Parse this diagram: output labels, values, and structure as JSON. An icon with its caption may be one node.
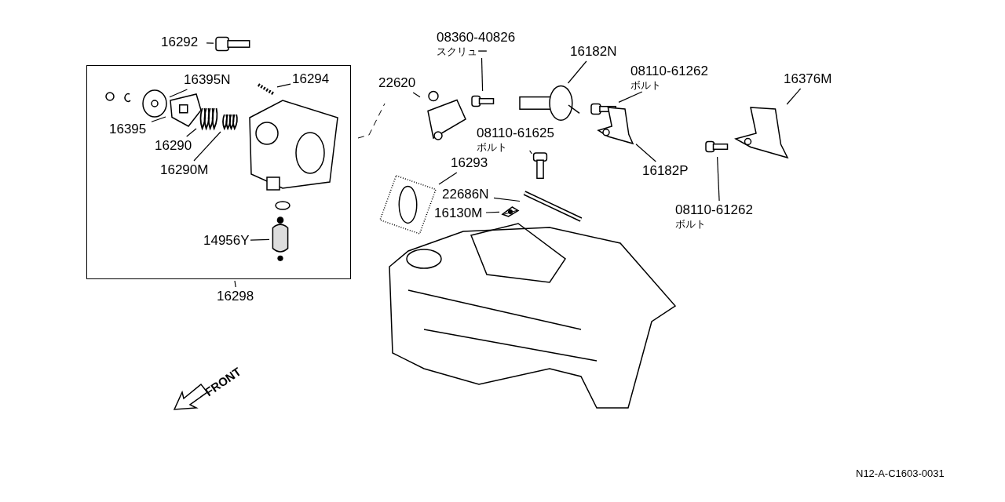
{
  "diagram": {
    "nodes": [
      {
        "text": [
          "16292"
        ]
      },
      {
        "text": [],
        "shape": "picture"
      },
      {
        "text": [],
        "shape": "box"
      },
      {
        "text": [
          "16395N"
        ],
        "in": 2
      },
      {
        "text": [],
        "shape": "picture",
        "in": 2
      },
      {
        "text": [
          "16294"
        ],
        "in": 2
      },
      {
        "text": [],
        "shape": "picture",
        "in": 2
      },
      {
        "text": [
          "16395"
        ],
        "in": 2
      },
      {
        "text": [],
        "shape": "picture",
        "in": 2
      },
      {
        "text": [
          "16290"
        ],
        "in": 2
      },
      {
        "text": [],
        "shape": "picture",
        "in": 2
      },
      {
        "text": [
          "16290M"
        ],
        "in": 2
      },
      {
        "text": [],
        "shape": "picture",
        "in": 2
      },
      {
        "text": [
          "14956Y"
        ],
        "in": 2
      },
      {
        "text": [],
        "shape": "cylinder",
        "in": 2
      },
      {
        "text": [
          "16298"
        ]
      },
      {
        "text": [
          "22620"
        ]
      },
      {
        "text": [],
        "shape": "picture"
      },
      {
        "text": [
          "08360-40826",
          "スクリュー"
        ]
      },
      {
        "text": [],
        "shape": "picture"
      },
      {
        "text": [
          "16182N"
        ]
      },
      {
        "text": [],
        "shape": "picture"
      },
      {
        "text": [
          "08110-61262",
          "ボルト"
        ]
      },
      {
        "text": [],
        "shape": "picture"
      },
      {
        "text": [
          "16376M"
        ]
      },
      {
        "text": [],
        "shape": "picture"
      },
      {
        "text": [
          "08110-61625",
          "ボルト"
        ]
      },
      {
        "text": [],
        "shape": "picture"
      },
      {
        "text": [
          "16182P"
        ]
      },
      {
        "text": [],
        "shape": "picture"
      },
      {
        "text": [
          "16293"
        ]
      },
      {
        "text": [],
        "shape": "picture"
      },
      {
        "text": [
          "22686N"
        ]
      },
      {
        "text": [],
        "shape": "picture"
      },
      {
        "text": [
          "16130M"
        ]
      },
      {
        "text": [],
        "shape": "picture"
      },
      {
        "text": [
          "08110-61262",
          "ボルト"
        ]
      },
      {
        "text": [],
        "shape": "picture"
      }
    ],
    "edges": [
      {
        "from": 0,
        "to": 1,
        "arrow": "none"
      },
      {
        "from": 3,
        "to": 4,
        "arrow": "none"
      },
      {
        "from": 5,
        "to": 6,
        "arrow": "none"
      },
      {
        "from": 7,
        "to": 8,
        "arrow": "none"
      },
      {
        "from": 9,
        "to": 10,
        "arrow": "none"
      },
      {
        "from": 11,
        "to": 12,
        "arrow": "none"
      },
      {
        "from": 13,
        "to": 14,
        "arrow": "none"
      },
      {
        "from": 15,
        "to": 2,
        "arrow": "none"
      },
      {
        "from": 16,
        "to": 17,
        "arrow": "none"
      },
      {
        "from": 18,
        "to": 19,
        "arrow": "none"
      },
      {
        "from": 20,
        "to": 21,
        "arrow": "none"
      },
      {
        "from": 22,
        "to": 23,
        "arrow": "none"
      },
      {
        "from": 24,
        "to": 25,
        "arrow": "none"
      },
      {
        "from": 26,
        "to": 27,
        "arrow": "none"
      },
      {
        "from": 28,
        "to": 29,
        "arrow": "none"
      },
      {
        "from": 30,
        "to": 31,
        "arrow": "none"
      },
      {
        "from": 32,
        "to": 33,
        "arrow": "none"
      },
      {
        "from": 34,
        "to": 35,
        "arrow": "none"
      },
      {
        "from": 36,
        "to": 37,
        "arrow": "none"
      }
    ],
    "labels": [
      "FRONT",
      "N12-A-C1603-0031"
    ]
  }
}
